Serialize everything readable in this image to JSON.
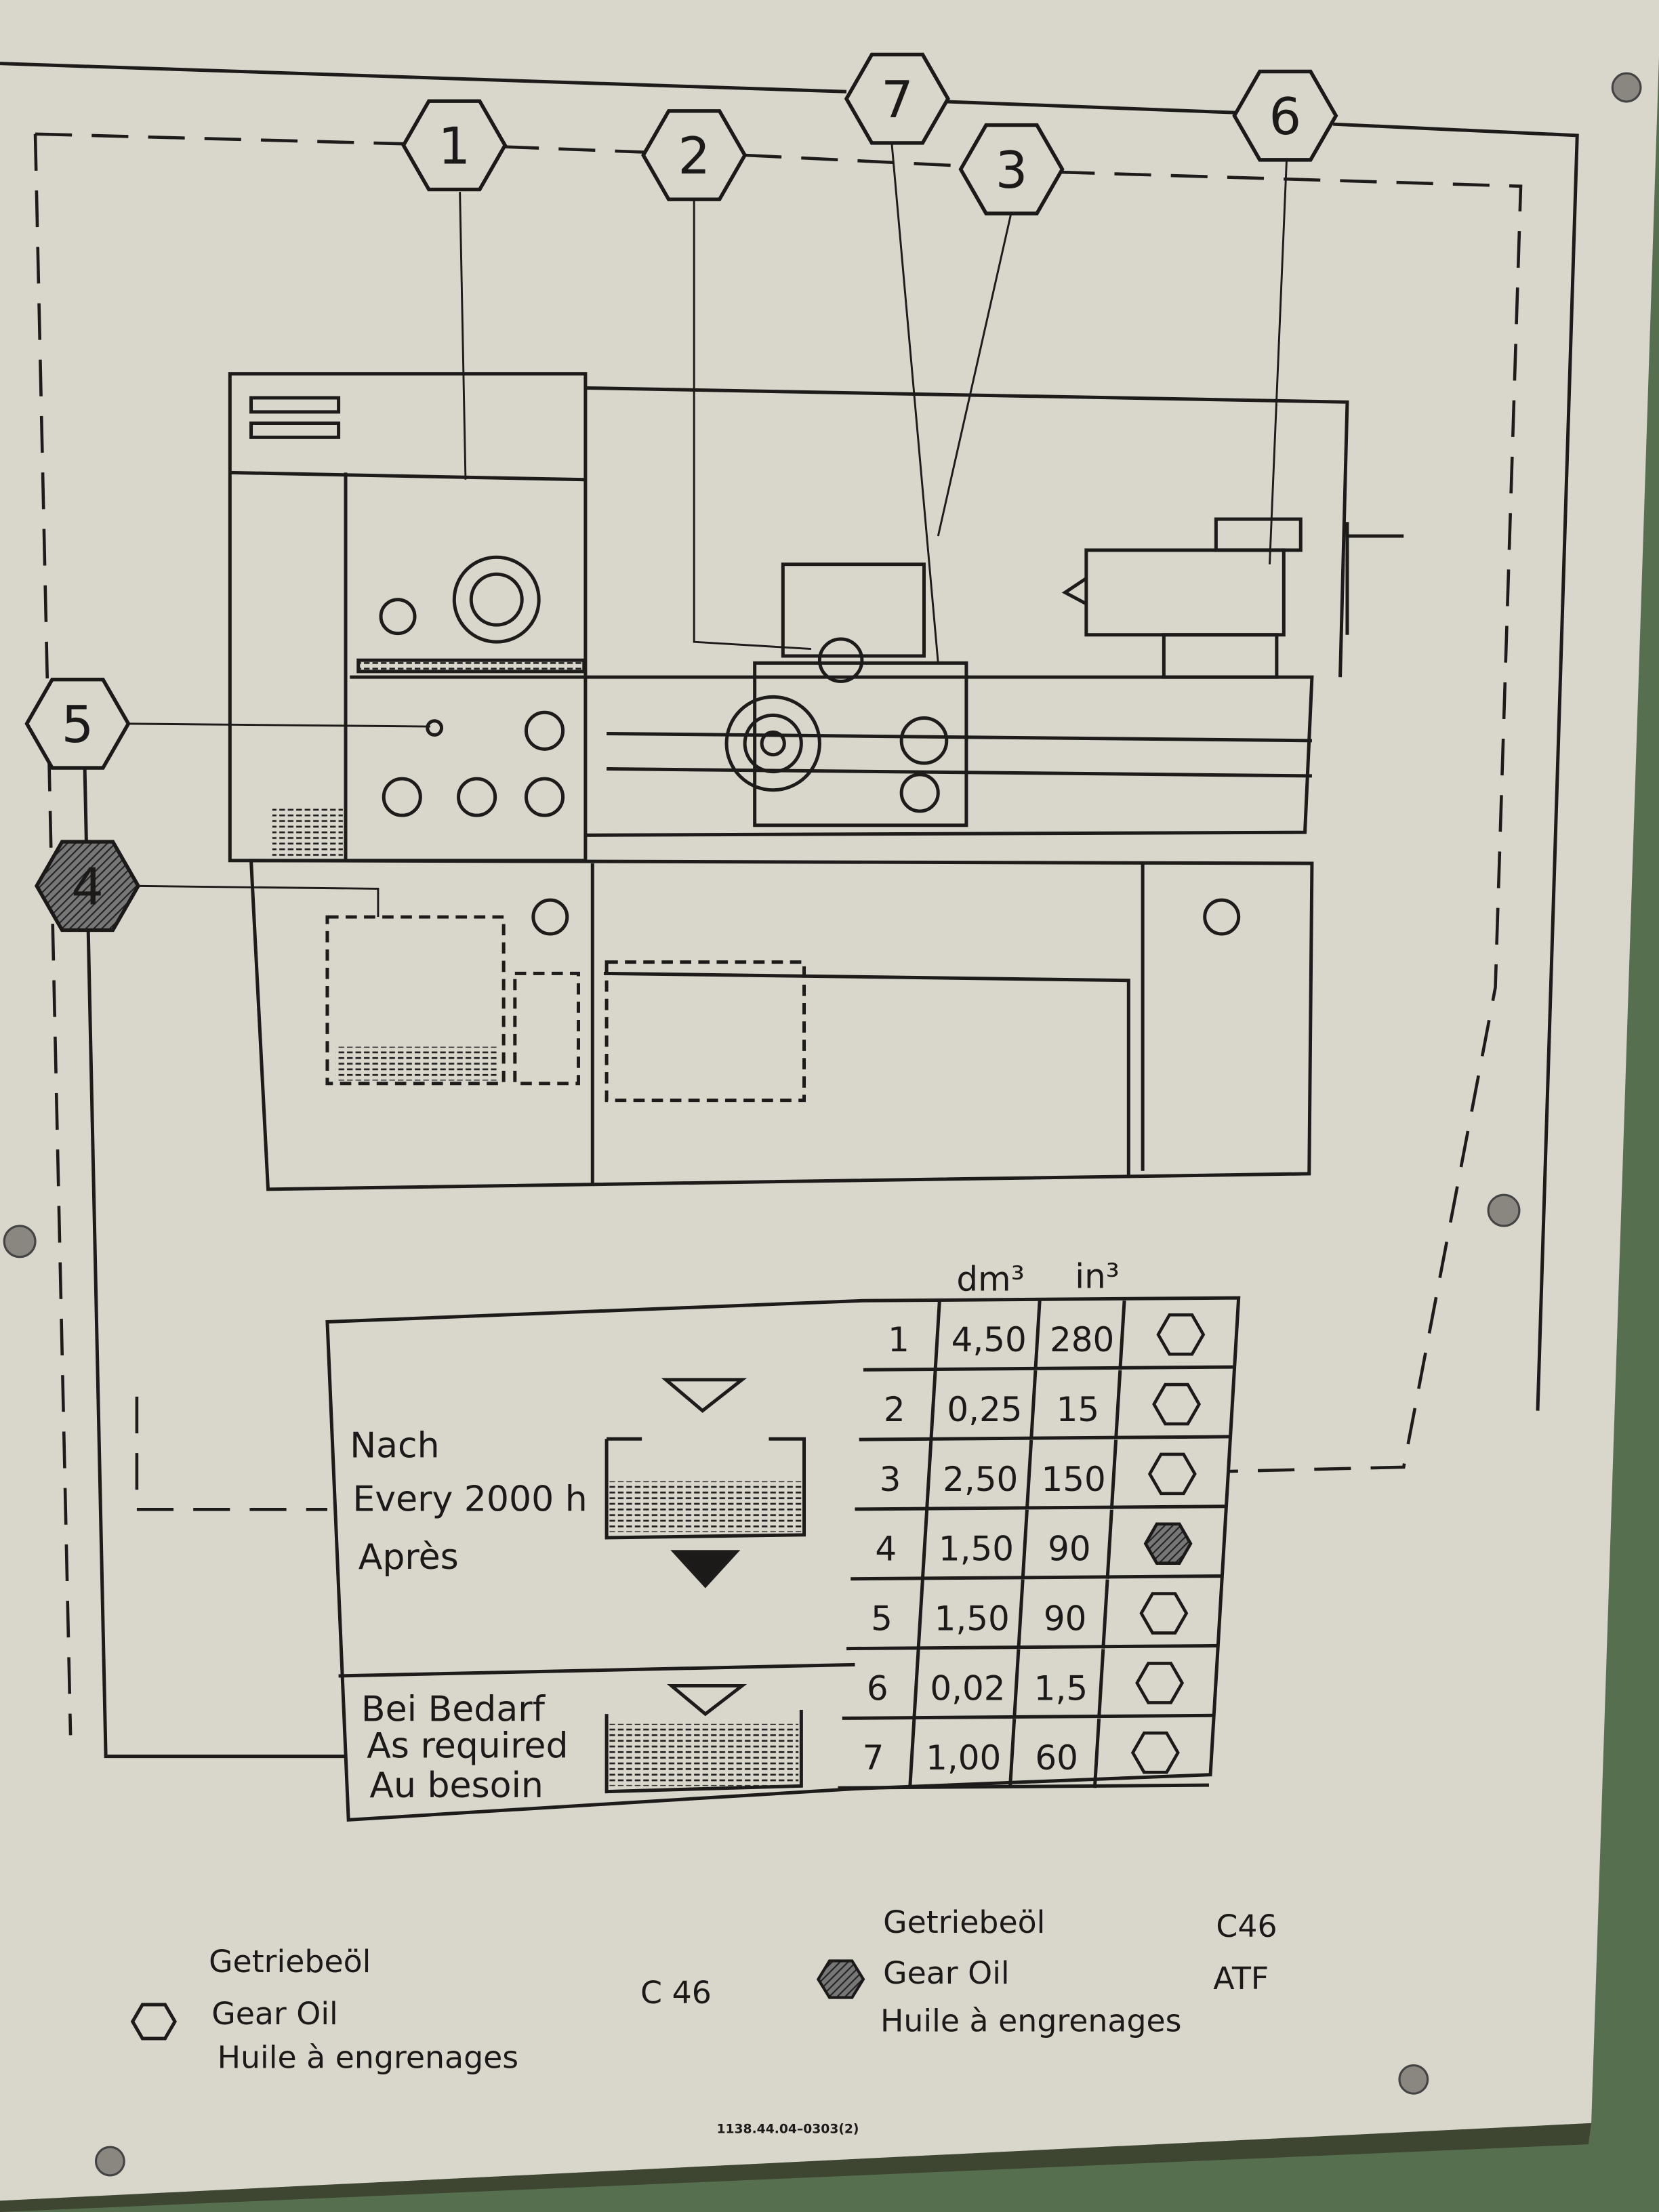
{
  "colors": {
    "plate": "#d9d6cc",
    "background": "#56704f",
    "ink": "#1b1a18"
  },
  "callouts": [
    {
      "label": "1",
      "filled": false
    },
    {
      "label": "2",
      "filled": false
    },
    {
      "label": "7",
      "filled": false
    },
    {
      "label": "3",
      "filled": false
    },
    {
      "label": "6",
      "filled": false
    },
    {
      "label": "5",
      "filled": false
    },
    {
      "label": "4",
      "filled": true
    }
  ],
  "interval": {
    "line1": "Nach",
    "line2": "Every 2000 h",
    "line3": "Après"
  },
  "as_required": {
    "line1": "Bei Bedarf",
    "line2": "As required",
    "line3": "Au besoin"
  },
  "table": {
    "headers": {
      "dm3": "dm³",
      "in3": "in³"
    },
    "rows": [
      {
        "no": "1",
        "dm3": "4,50",
        "in3": "280",
        "oil": "gear-oil-c46"
      },
      {
        "no": "2",
        "dm3": "0,25",
        "in3": "15",
        "oil": "gear-oil-c46"
      },
      {
        "no": "3",
        "dm3": "2,50",
        "in3": "150",
        "oil": "gear-oil-c46"
      },
      {
        "no": "4",
        "dm3": "1,50",
        "in3": "90",
        "oil": "gear-oil-atf"
      },
      {
        "no": "5",
        "dm3": "1,50",
        "in3": "90",
        "oil": "gear-oil-c46"
      },
      {
        "no": "6",
        "dm3": "0,02",
        "in3": "1,5",
        "oil": "gear-oil-c46"
      },
      {
        "no": "7",
        "dm3": "1,00",
        "in3": "60",
        "oil": "gear-oil-c46"
      }
    ]
  },
  "legend": {
    "open": {
      "de": "Getriebeöl",
      "en": "Gear Oil",
      "fr": "Huile à engrenages",
      "grade": "C 46"
    },
    "filled": {
      "de": "Getriebeöl",
      "en": "Gear Oil",
      "fr": "Huile à engrenages",
      "grade1": "C46",
      "grade2": "ATF"
    }
  },
  "part_number": "1138.44.04–0303(2)"
}
